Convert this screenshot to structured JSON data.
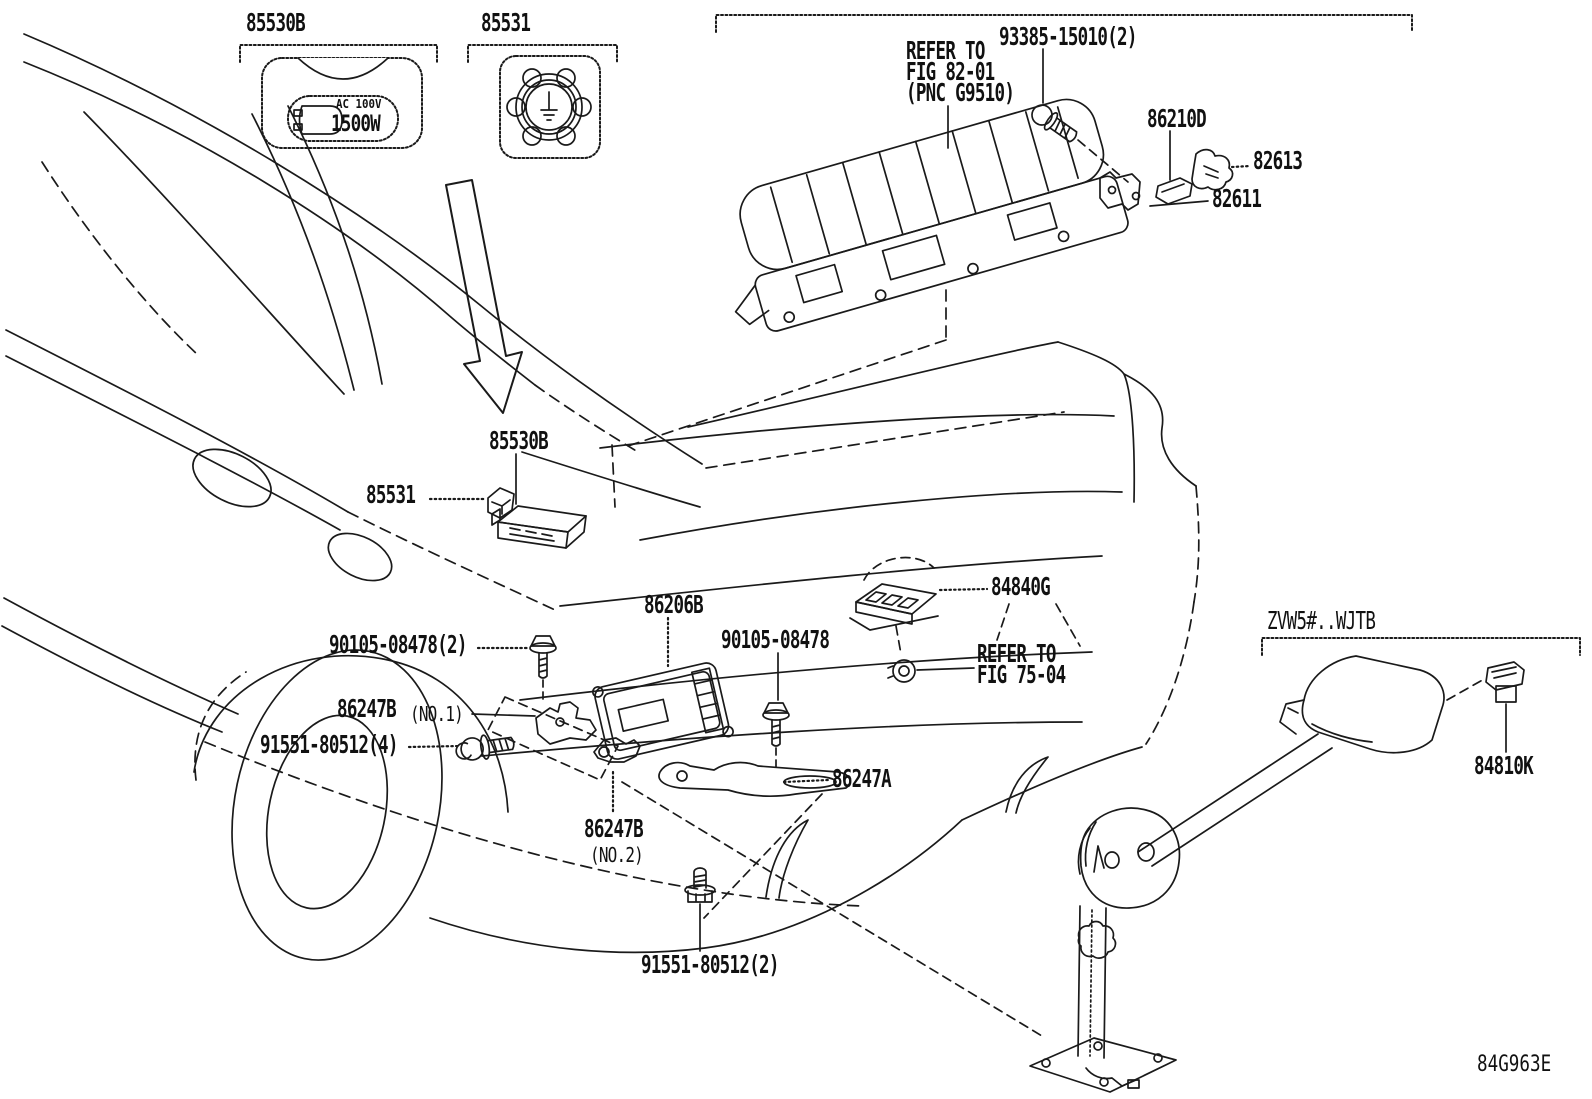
{
  "diagram": {
    "figure_code": "84G963E",
    "vehicle_variant": "ZVW5#..WJTB",
    "description": "Toyota parts diagram - rear body electrical components (power outlet, hybrid battery brackets, back door opener switch)"
  },
  "labels": {
    "outlet_box": "85530B",
    "ground_box": "85531",
    "outlet_ac": "AC 100V",
    "outlet_w": "1500W",
    "screw_93385": "93385-15010(2)",
    "refer_fig_82": "REFER TO\nFIG 82-01\n(PNC G9510)",
    "bracket_86210d": "86210D",
    "clip_82613": "82613",
    "bracket_82611": "82611",
    "outlet_car": "85530B",
    "ground_car": "85531",
    "ecu_86206b": "86206B",
    "bolt_90105_x2": "90105-08478(2)",
    "bracket_86247b_no1": "86247B",
    "bracket_86247b_no1_suffix": "(NO.1)",
    "screw_91551_x4": "91551-80512(4)",
    "bolt_90105": "90105-08478",
    "switch_84840g": "84840G",
    "refer_fig_75": "REFER TO\nFIG 75-04",
    "bracket_86247a": "86247A",
    "bracket_86247b_no2": "86247B",
    "bracket_86247b_no2_suffix": "(NO.2)",
    "stud_91551_x2": "91551-80512(2)",
    "variant_code": "ZVW5#..WJTB",
    "connector_84810k": "84810K",
    "figure_code": "84G963E"
  }
}
